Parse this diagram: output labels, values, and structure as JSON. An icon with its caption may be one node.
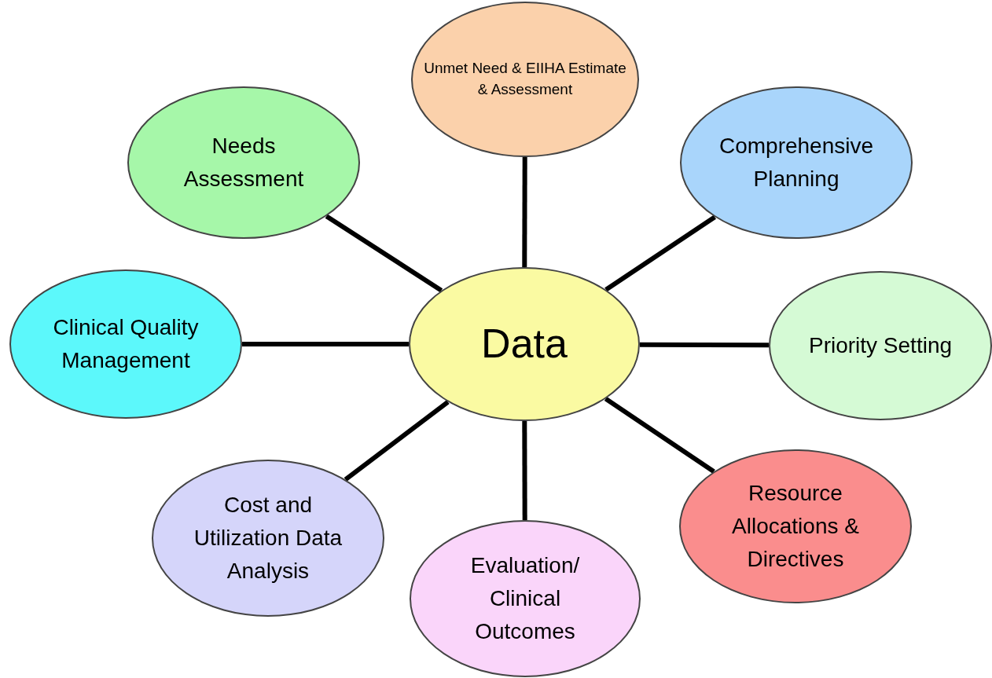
{
  "diagram": {
    "nodes": [
      {
        "text": [
          "Unmet Need & EIIHA Estimate & Assessment"
        ]
      },
      {
        "text": [
          "Needs Assessment"
        ]
      },
      {
        "text": [
          "Comprehensive Planning"
        ]
      },
      {
        "text": [
          "Clinical Quality Management"
        ]
      },
      {
        "text": [
          "Data"
        ]
      },
      {
        "text": [
          "Priority Setting"
        ]
      },
      {
        "text": [
          "Cost and Utilization Data Analysis"
        ]
      },
      {
        "text": [
          "Resource Allocations & Directives"
        ]
      },
      {
        "text": [
          "Evaluation/ Clinical Outcomes"
        ]
      }
    ],
    "edges": [
      {
        "from": 4,
        "to": 0,
        "arrow": "none"
      },
      {
        "from": 4,
        "to": 1,
        "arrow": "none"
      },
      {
        "from": 4,
        "to": 2,
        "arrow": "none"
      },
      {
        "from": 4,
        "to": 3,
        "arrow": "none"
      },
      {
        "from": 4,
        "to": 5,
        "arrow": "none"
      },
      {
        "from": 4,
        "to": 6,
        "arrow": "none"
      },
      {
        "from": 4,
        "to": 7,
        "arrow": "none"
      },
      {
        "from": 4,
        "to": 8,
        "arrow": "none"
      }
    ]
  }
}
